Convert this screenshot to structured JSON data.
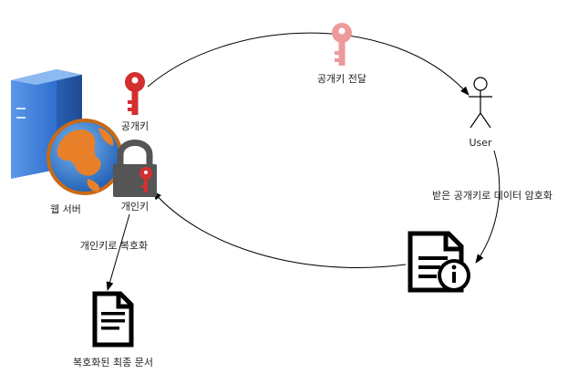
{
  "labels": {
    "public_key": "공개키",
    "private_key": "개인키",
    "web_server": "웹 서버",
    "public_key_transfer": "공개키 전달",
    "user": "User",
    "encrypt_note": "받은 공개키로 데이터 암호화",
    "decrypt_note": "개인키로 복호화",
    "final_document": "복호화된 최종 문서"
  },
  "colors": {
    "key_red": "#d32f2f",
    "key_light": "#ef9a9a",
    "lock_gray": "#555555",
    "server_blue": "#3a79d6",
    "globe_orange": "#e8802a",
    "globe_blue": "#2f72c9"
  }
}
